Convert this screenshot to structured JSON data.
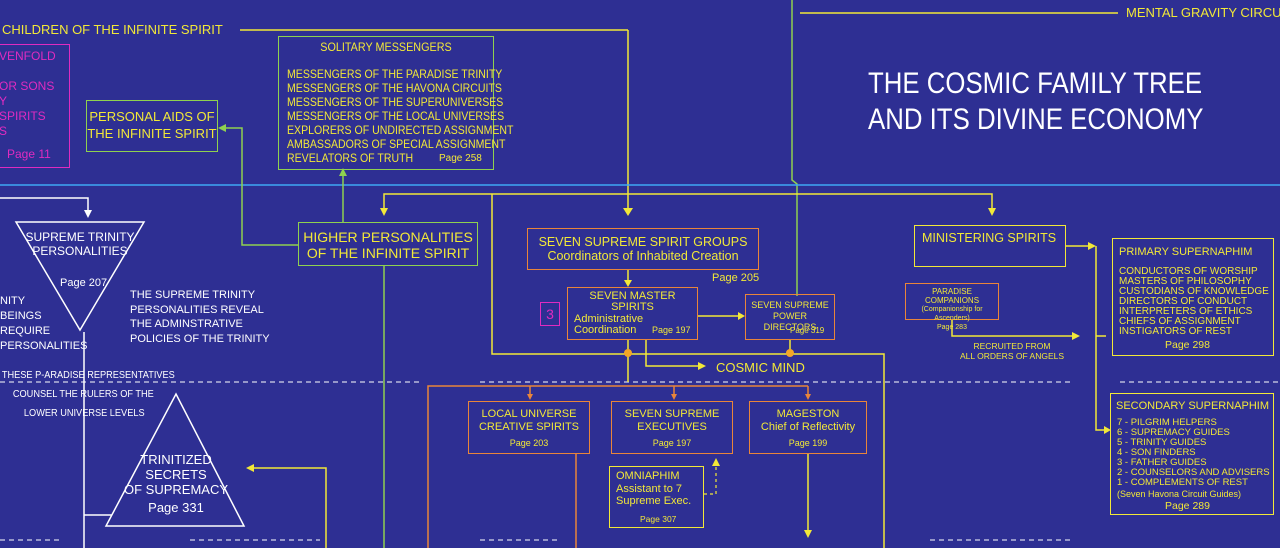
{
  "header": {
    "left_label": "CHILDREN OF THE INFINITE SPIRIT",
    "right_label": "MENTAL GRAVITY CIRCUIT P"
  },
  "title": {
    "line1": "THE COSMIC FAMILY TREE",
    "line2": "AND ITS DIVINE ECONOMY"
  },
  "magenta_box": {
    "lines": [
      "VENFOLD",
      "",
      "OR SONS",
      "Y",
      "SPIRITS",
      "S"
    ],
    "page": "Page 11"
  },
  "personal_aids": {
    "line1": "PERSONAL AIDS OF",
    "line2": "THE INFINITE SPIRIT"
  },
  "solitary": {
    "title": "SOLITARY MESSENGERS",
    "items": [
      "MESSENGERS OF THE PARADISE TRINITY",
      "MESSENGERS OF THE HAVONA CIRCUITS",
      "MESSENGERS OF THE SUPERUNIVERSES",
      "MESSENGERS OF THE LOCAL UNIVERSES",
      "EXPLORERS OF UNDIRECTED ASSIGNMENT",
      "AMBASSADORS OF SPECIAL ASSIGNMENT",
      "REVELATORS OF TRUTH"
    ],
    "page": "Page 258"
  },
  "higher": {
    "line1": "HIGHER PERSONALITIES",
    "line2": "OF THE INFINITE SPIRIT"
  },
  "supreme_trinity": {
    "line1": "SUPREME TRINITY",
    "line2": "PERSONALITIES",
    "page": "Page 207"
  },
  "left_text": {
    "lines": [
      "NITY",
      "BEINGS",
      "REQUIRE",
      "PERSONALITIES"
    ]
  },
  "trinity_reveal": {
    "lines": [
      "THE SUPREME TRINITY",
      "PERSONALITIES REVEAL",
      "THE ADMINSTRATIVE",
      "POLICIES OF THE TRINITY"
    ]
  },
  "paradise_reps": {
    "lines": [
      "THESE P-ARADISE REPRESENTATIVES",
      "COUNSEL THE RULERS OF THE",
      "LOWER UNIVERSE LEVELS"
    ]
  },
  "trinitized": {
    "line1": "TRINITIZED",
    "line2": "SECRETS",
    "line3": "OF SUPREMACY",
    "page": "Page 331"
  },
  "seven_groups": {
    "line1": "SEVEN SUPREME SPIRIT GROUPS",
    "line2": "Coordinators of Inhabited Creation",
    "page": "Page 205"
  },
  "master_spirits": {
    "number": "3",
    "line1": "SEVEN MASTER",
    "line2": "SPIRITS",
    "line3": "Administrative",
    "line4": "Coordination",
    "page": "Page 197"
  },
  "power_directors": {
    "line1": "SEVEN SUPREME",
    "line2": "POWER DIRECTORS",
    "page": "Page 319"
  },
  "cosmic_mind": "COSMIC MIND",
  "local_universe": {
    "line1": "LOCAL UNIVERSE",
    "line2": "CREATIVE SPIRITS",
    "page": "Page 203"
  },
  "seven_executives": {
    "line1": "SEVEN SUPREME",
    "line2": "EXECUTIVES",
    "page": "Page 197"
  },
  "mageston": {
    "line1": "MAGESTON",
    "line2": "Chief of Reflectivity",
    "page": "Page 199"
  },
  "omniaphim": {
    "line1": "OMNIAPHIM",
    "line2": "Assistant to 7",
    "line3": "Supreme Exec.",
    "page": "Page 307"
  },
  "ministering": "MINISTERING SPIRITS",
  "paradise_companions": {
    "line1": "PARADISE COMPANIONS",
    "line2": "(Companionship for Ascenders)",
    "page": "Page 283"
  },
  "recruited": {
    "line1": "RECRUITED FROM",
    "line2": "ALL ORDERS OF ANGELS"
  },
  "primary": {
    "title": "PRIMARY SUPERNAPHIM",
    "items": [
      "CONDUCTORS OF WORSHIP",
      "MASTERS OF PHILOSOPHY",
      "CUSTODIANS OF KNOWLEDGE",
      "DIRECTORS OF CONDUCT",
      "INTERPRETERS OF ETHICS",
      "CHIEFS OF ASSIGNMENT",
      "INSTIGATORS OF REST"
    ],
    "page": "Page 298"
  },
  "secondary": {
    "title": "SECONDARY SUPERNAPHIM",
    "items": [
      "7 - PILGRIM HELPERS",
      "6 - SUPREMACY GUIDES",
      "5 - TRINITY GUIDES",
      "4 - SON FINDERS",
      "3 - FATHER GUIDES",
      "2 - COUNSELORS AND ADVISERS",
      "1 - COMPLEMENTS OF REST"
    ],
    "note": "(Seven Havona Circuit Guides)",
    "page": "Page 289"
  },
  "colors": {
    "background": "#2e2f93",
    "yellow": "#f2e838",
    "white": "#ffffff",
    "magenta": "#e02bc0",
    "cyan": "#3fa9f5",
    "green": "#8fd14f",
    "orange": "#e9853a"
  }
}
